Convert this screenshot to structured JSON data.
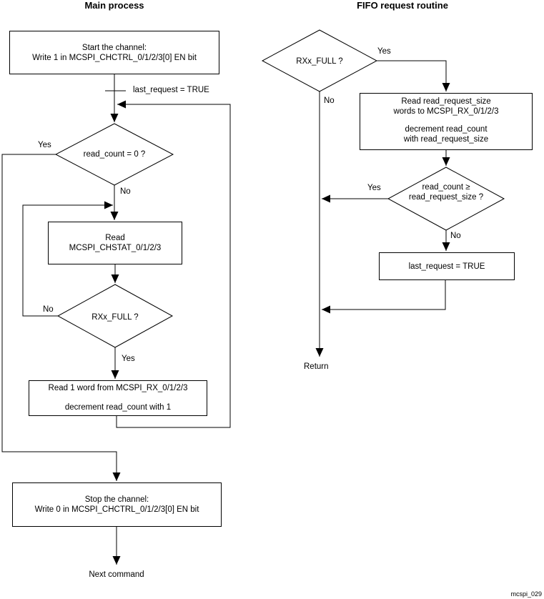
{
  "figure_label": "mcspi_029",
  "main_process": {
    "title": "Main process",
    "start_box": {
      "line1": "Start the channel:",
      "line2": "Write 1 in MCSPI_CHCTRL_0/1/2/3[0] EN bit"
    },
    "last_request_note": "last_request = TRUE",
    "read_count_decision": "read_count = 0 ?",
    "read_count_yes": "Yes",
    "read_count_no": "No",
    "read_chstat_box": {
      "line1": "Read",
      "line2": "MCSPI_CHSTAT_0/1/2/3"
    },
    "rx_full_decision": "RXx_FULL ?",
    "rx_full_no": "No",
    "rx_full_yes": "Yes",
    "read_word_box": {
      "line1": "Read 1 word from MCSPI_RX_0/1/2/3",
      "line2": "decrement read_count with 1"
    },
    "stop_box": {
      "line1": "Stop the channel:",
      "line2": "Write 0 in MCSPI_CHCTRL_0/1/2/3[0] EN bit"
    },
    "next_command": "Next command"
  },
  "fifo_routine": {
    "title": "FIFO request routine",
    "rx_full_decision": "RXx_FULL ?",
    "rx_full_yes": "Yes",
    "rx_full_no": "No",
    "read_request_box": {
      "line1": "Read read_request_size",
      "line2": "words to MCSPI_RX_0/1/2/3",
      "line3": "decrement read_count",
      "line4": "with read_request_size"
    },
    "compare_decision": {
      "line1": "read_count ≥",
      "line2": "read_request_size ?"
    },
    "compare_yes": "Yes",
    "compare_no": "No",
    "last_request_box": "last_request = TRUE",
    "return_label": "Return"
  }
}
